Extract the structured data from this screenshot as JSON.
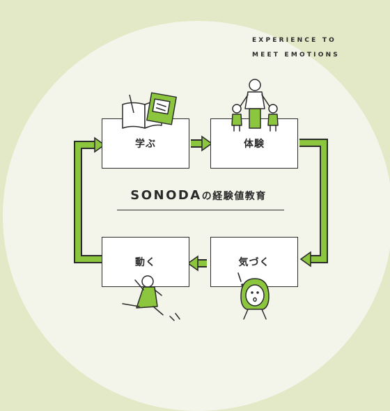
{
  "tagline": {
    "line1": "EXPERIENCE TO",
    "line2": "MEET EMOTIONS"
  },
  "title": {
    "brand": "SONODA",
    "rest": "の経験値教育"
  },
  "steps": [
    {
      "label": "学ぶ"
    },
    {
      "label": "体験"
    },
    {
      "label": "気づく"
    },
    {
      "label": "動く"
    }
  ],
  "colors": {
    "accent": "#8cc63f",
    "ink": "#2a2a2a",
    "background": "#e3e8c6",
    "circle": "#f4f5ea"
  },
  "icons": [
    "books-icon",
    "family-icon",
    "girl-idea-icon",
    "running-child-icon",
    "exclamation-icon"
  ]
}
